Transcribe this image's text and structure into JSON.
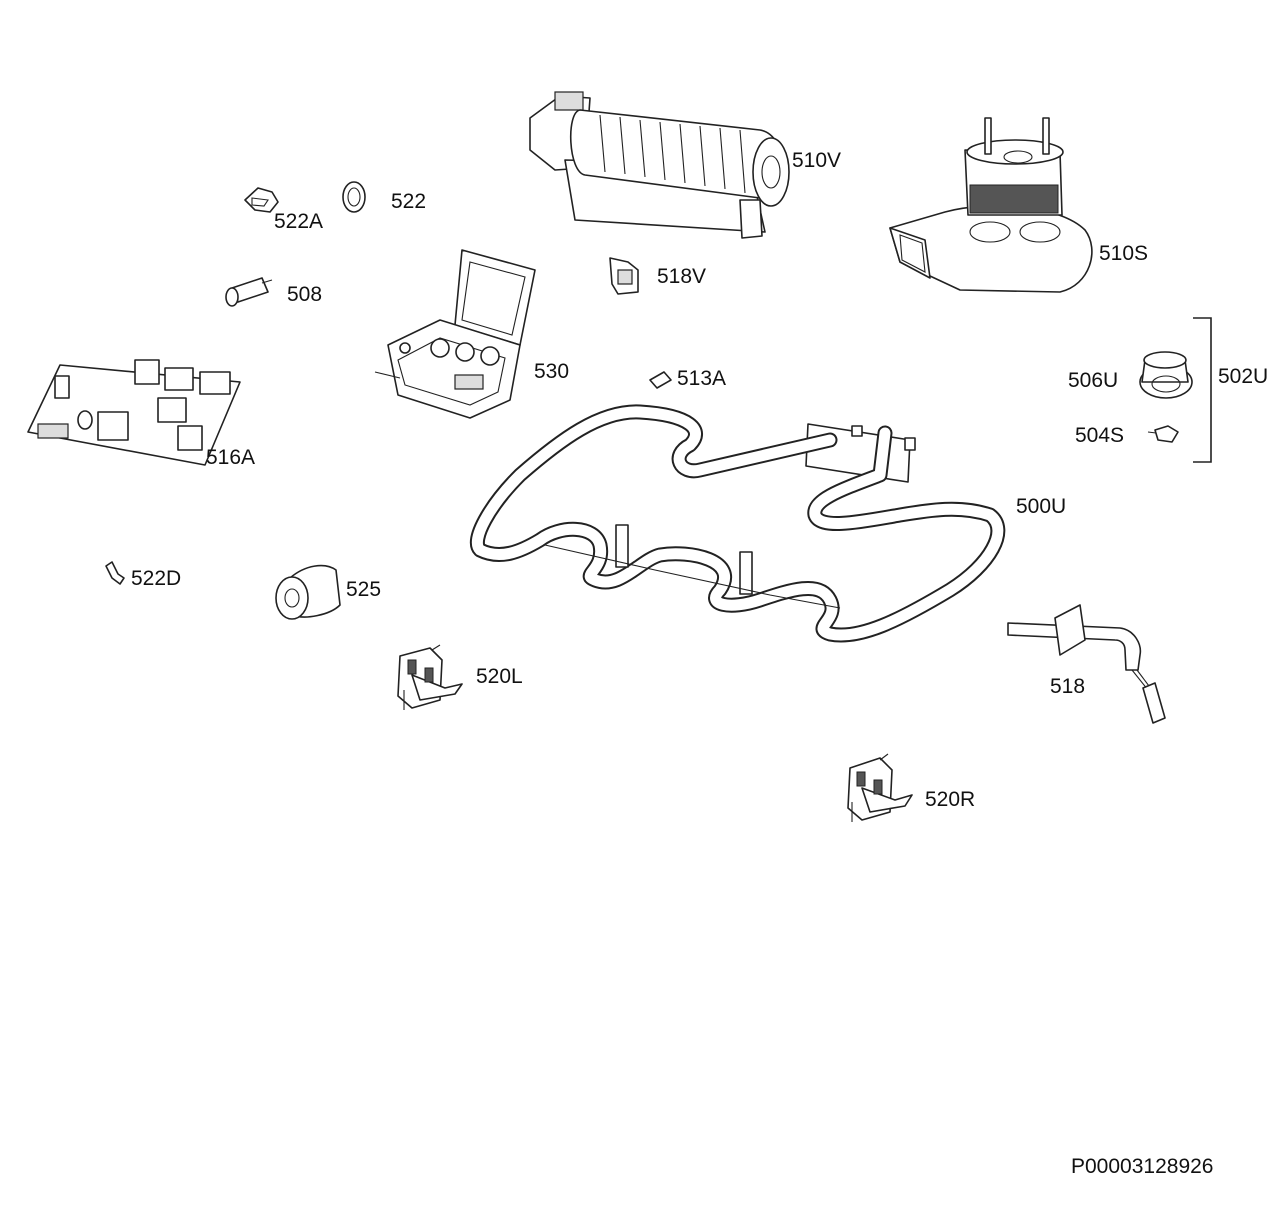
{
  "diagram": {
    "parts": [
      {
        "id": "510V",
        "label": "510V",
        "icon": "tangential-fan-icon"
      },
      {
        "id": "522A",
        "label": "522A",
        "icon": "clip-icon"
      },
      {
        "id": "522",
        "label": "522",
        "icon": "ring-clip-icon"
      },
      {
        "id": "510S",
        "label": "510S",
        "icon": "blower-fan-icon"
      },
      {
        "id": "508",
        "label": "508",
        "icon": "lamp-switch-icon"
      },
      {
        "id": "518V",
        "label": "518V",
        "icon": "sensor-bracket-icon"
      },
      {
        "id": "530",
        "label": "530",
        "icon": "terminal-block-icon"
      },
      {
        "id": "513A",
        "label": "513A",
        "icon": "fuse-icon"
      },
      {
        "id": "506U",
        "label": "506U",
        "icon": "lamp-holder-icon"
      },
      {
        "id": "502U",
        "label": "502U",
        "icon": "bracket-group-icon"
      },
      {
        "id": "516A",
        "label": "516A",
        "icon": "circuit-board-icon"
      },
      {
        "id": "504S",
        "label": "504S",
        "icon": "bulb-icon"
      },
      {
        "id": "500U",
        "label": "500U",
        "icon": "heating-element-icon"
      },
      {
        "id": "522D",
        "label": "522D",
        "icon": "small-clip-icon"
      },
      {
        "id": "525",
        "label": "525",
        "icon": "capacitor-icon"
      },
      {
        "id": "520L",
        "label": "520L",
        "icon": "door-hinge-left-icon"
      },
      {
        "id": "518",
        "label": "518",
        "icon": "temperature-probe-icon"
      },
      {
        "id": "520R",
        "label": "520R",
        "icon": "door-hinge-right-icon"
      }
    ],
    "reference": "P00003128926"
  }
}
